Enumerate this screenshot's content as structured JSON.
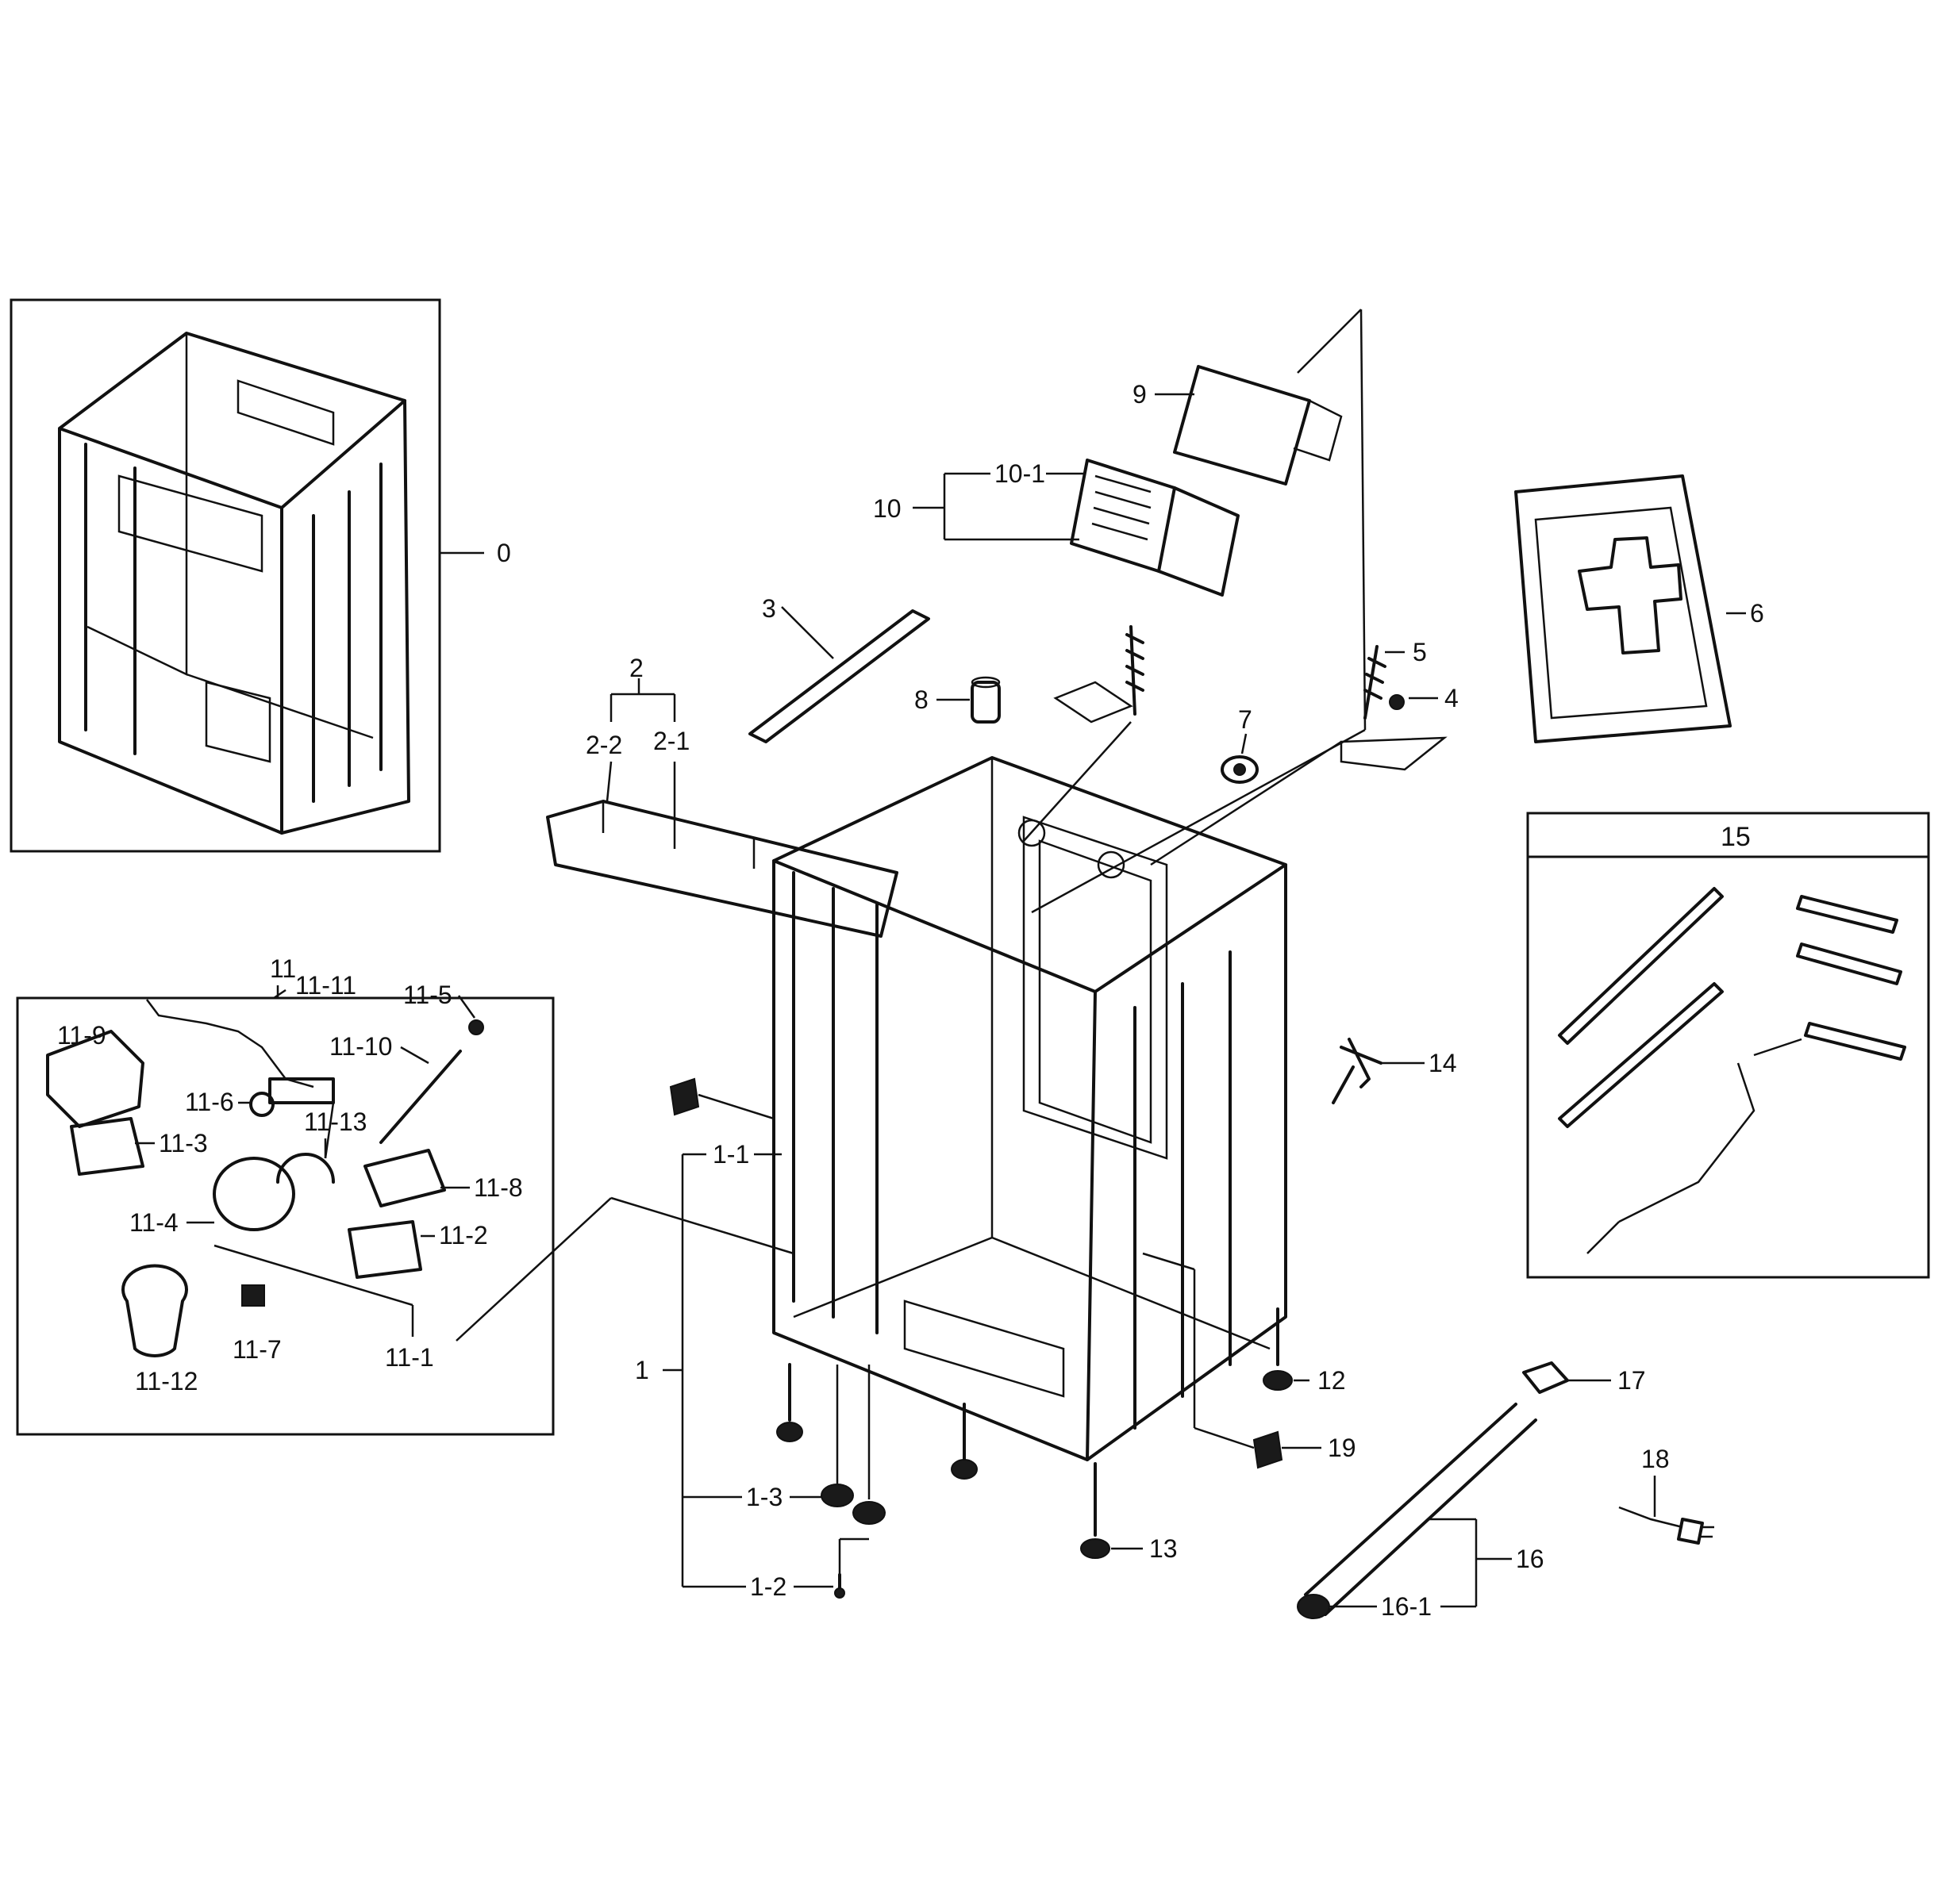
{
  "callouts": {
    "c0": "0",
    "c1": "1",
    "c1_1": "1-1",
    "c1_2": "1-2",
    "c1_3": "1-3",
    "c2": "2",
    "c2_1": "2-1",
    "c2_2": "2-2",
    "c3": "3",
    "c4": "4",
    "c5": "5",
    "c6": "6",
    "c7": "7",
    "c8": "8",
    "c9": "9",
    "c10": "10",
    "c10_1": "10-1",
    "c11": "11",
    "c11_1": "11-1",
    "c11_2": "11-2",
    "c11_3": "11-3",
    "c11_4": "11-4",
    "c11_5": "11-5",
    "c11_6": "11-6",
    "c11_7": "11-7",
    "c11_8": "11-8",
    "c11_9": "11-9",
    "c11_10": "11-10",
    "c11_11": "11-11",
    "c11_12": "11-12",
    "c11_13": "11-13",
    "c12": "12",
    "c13": "13",
    "c14": "14",
    "c15": "15",
    "c16": "16",
    "c16_1": "16-1",
    "c17": "17",
    "c18": "18",
    "c19": "19"
  }
}
